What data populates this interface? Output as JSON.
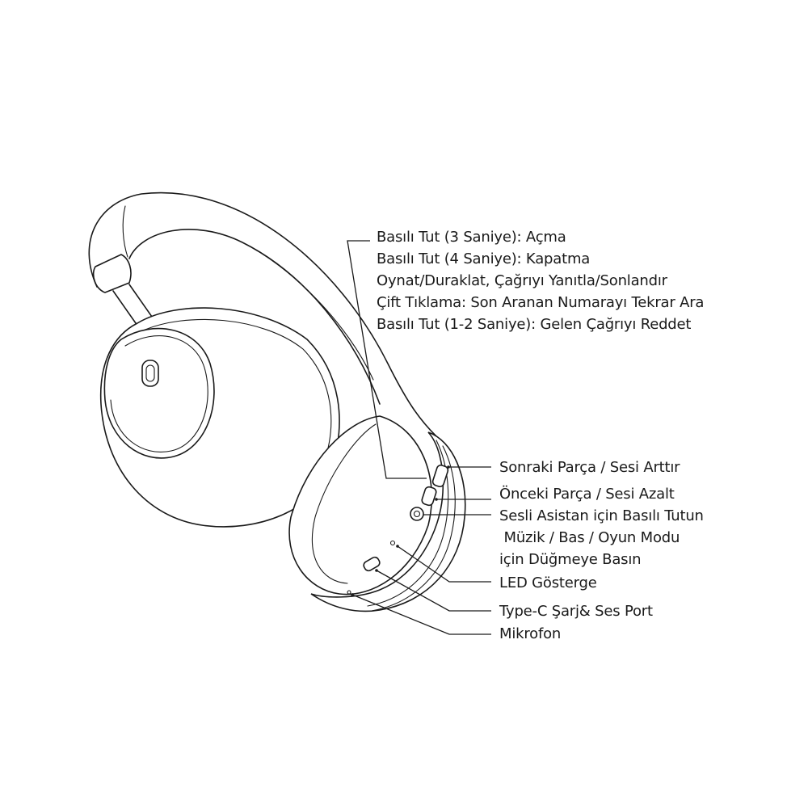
{
  "top_labels": [
    "Basılı Tut (3 Saniye): Açma",
    "Basılı Tut (4 Saniye): Kapatma",
    "Oynat/Duraklat, Çağrıyı Yanıtla/Sonlandır",
    "Çift Tıklama: Son Aranan Numarayı Tekrar Ara",
    "Basılı Tut (1-2 Saniye): Gelen Çağrıyı Reddet"
  ],
  "right_labels": {
    "next_track": "Sonraki Parça / Sesi Arttır",
    "prev_track": "Önceki Parça / Sesi Azalt",
    "assistant_line1": "Sesli Asistan için Basılı Tutun",
    "assistant_line2": " Müzik / Bas / Oyun Modu",
    "assistant_line3": "için Düğmeye Basın",
    "led": "LED Gösterge",
    "usb_c": "Type-C Şarj& Ses Port",
    "mic": "Mikrofon"
  }
}
